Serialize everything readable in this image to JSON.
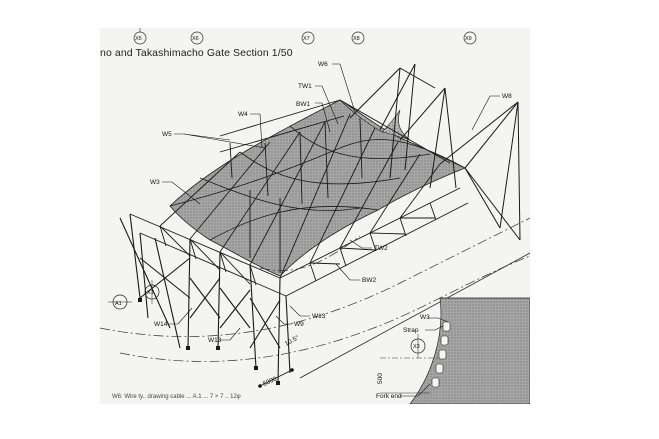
{
  "title": "no and Takashimacho Gate Section  1/50",
  "labels": {
    "w6": "W6",
    "tw1": "TW1",
    "bw1": "BW1",
    "w4": "W4",
    "w5": "W5",
    "w8": "W8",
    "w3": "W3",
    "tw2": "TW2",
    "bw2": "BW2",
    "w13a": "W13",
    "w9": "W9",
    "w14": "W14",
    "w13b": "W13",
    "angle": "10.5°",
    "dim": "5000",
    "strap": "Strap",
    "w3b": "W3",
    "fork_end": "Fork end",
    "dim2": "500"
  },
  "bubbles": {
    "top": [
      "X5",
      "X6",
      "X7",
      "X8",
      "X9"
    ],
    "a1": "A1",
    "x1": "X1",
    "x3": "X3"
  },
  "footnote": "W6: Wire ty.. drawing cable ... A.1 ... 7 × 7 .. 12φ",
  "colors": {
    "ink": "#1a1a1a",
    "membrane": "#9a9a9a",
    "paper": "#f4f4f2"
  }
}
